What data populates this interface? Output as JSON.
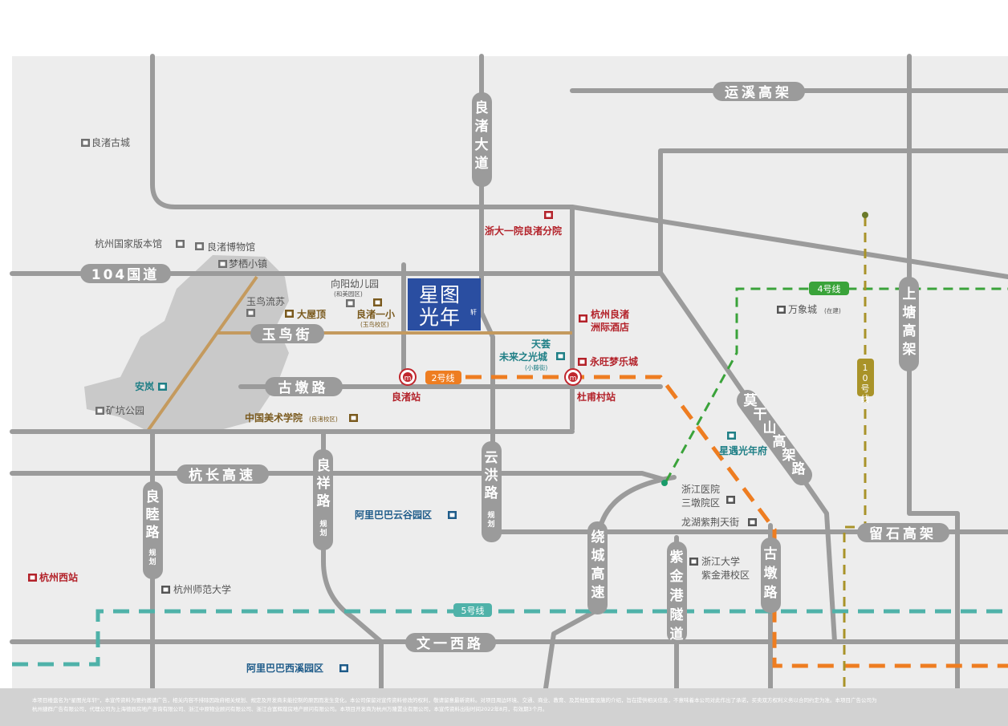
{
  "title": {
    "line1": "星图",
    "line2": "光年",
    "suffix": "轩"
  },
  "roads": {
    "liangzhu_avenue": "良渚大道",
    "yunxi_elevated": "运溪高架",
    "national_104": "104国道",
    "yuniao_street": "玉鸟街",
    "gudun_road": "古墩路",
    "hangchang_highway": "杭长高速",
    "liangmu_road": "良睦路",
    "liangmu_plan": "规划",
    "liangxiang_road": "良祥路",
    "liangxiang_plan": "规划",
    "yunhong_road": "云洪路",
    "yunhong_plan": "规划",
    "ring_highway": "绕城高速",
    "zijingang_tunnel": "紫金港隧道",
    "gudun_road_south": "古墩路",
    "moganshan_elevated": "莫干山高架路",
    "liushi_elevated": "留石高架",
    "shangtang_elevated": "上塘高架",
    "wenyi_west_road": "文一西路"
  },
  "metro": {
    "line2": "2号线",
    "line4": "4号线",
    "line5": "5号线",
    "line10": "10号线",
    "line2_color": "#ee7d21",
    "line4_color": "#3aa33a",
    "line5_color": "#4fb2a9",
    "line10_color": "#a99329",
    "station_liangzhu": "良渚站",
    "station_dupu": "杜甫村站"
  },
  "pois": {
    "liangzhu_ancient_city": "良渚古城",
    "hangzhou_national_edition_museum": "杭州国家版本馆",
    "liangzhu_museum": "良渚博物馆",
    "mengqi_town": "梦栖小镇",
    "yuniao_liusu": "玉鸟流苏",
    "dawuding": "大屋顶",
    "xiangyang_kindergarten": "向阳幼儿园",
    "xiangyang_campus": "(和美园区)",
    "liangzhu_primary": "良渚一小",
    "liangzhu_primary_campus": "(玉鸟校区)",
    "zheyi_liangzhu": "浙大一院良渚分院",
    "hangzhou_liangzhu_hotel_1": "杭州良渚",
    "hangzhou_liangzhu_hotel_2": "洲际酒店",
    "tianhui_1": "天荟",
    "tianhui_2": "未来之光城",
    "tianhui_note": "(小藤街)",
    "yongwang": "永旺梦乐城",
    "anlan": "安岚",
    "kuangkeng_park": "矿坑公园",
    "china_academy_art": "中国美术学院",
    "china_academy_art_campus": "(良渚校区)",
    "xingyu_guangnianfu": "星遇光年府",
    "wanxiang_city": "万象城",
    "wanxiang_note": "(在建)",
    "zhejiang_hospital_1": "浙江医院",
    "zhejiang_hospital_2": "三墩院区",
    "longhu_tianjie": "龙湖紫荆天街",
    "zju_1": "浙江大学",
    "zju_2": "紫金港校区",
    "alibaba_yungu": "阿里巴巴云谷园区",
    "alibaba_xixi": "阿里巴巴西溪园区",
    "hangzhou_west_station": "杭州西站",
    "hangzhou_normal_university": "杭州师范大学"
  },
  "colors": {
    "road": "#9b9b9b",
    "map_bg": "#ededed",
    "district": "#c9c9c9",
    "district_road": "#c49a5e",
    "poi_red": "#b3222a",
    "poi_teal": "#1f7f86",
    "poi_brown": "#7a5a1e",
    "title_bg": "#2a4ea1"
  },
  "footer": {
    "line1": "本项目楼盘名为\"星图光年轩\"，本宣传资料为要约邀请广告，相关内容不排除因政府相关规划、规定及开发商未能控制的原因而发生变化。本公司保留对宣传资料修改的权利，敬请留意最新资料。对项目周边环境、交通、商业、教育、及其他配套设施的介绍，旨在提供相关信息，不意味着本公司对此作出了承诺，买卖双方权利义务以合同约定为准。本项目广告公司为",
    "line2": "杭州捷群广告有限公司，代理公司为上海德辰房地产咨询有限公司、浙江中原物业顾问有限公司、浙江合富辉煌房地产顾问有限公司。本项目开发商为杭州万隆置业有限公司，本宣传资料出街时间2022年8月，有效期3个月。"
  }
}
